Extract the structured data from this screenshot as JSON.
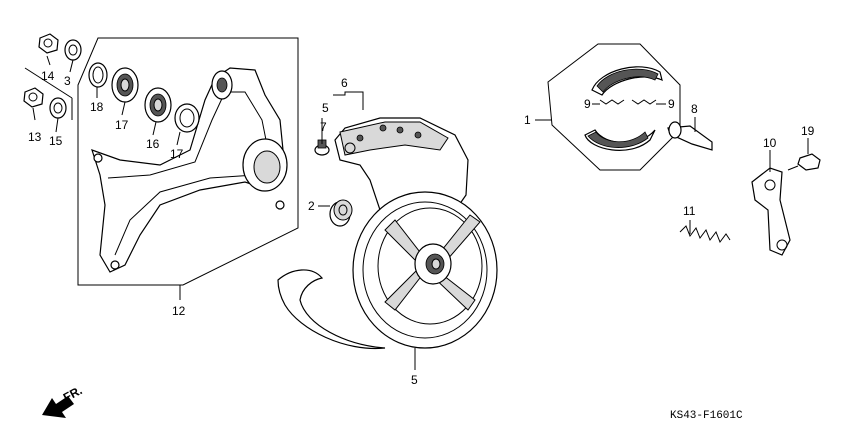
{
  "labels": {
    "n1": "1",
    "n2": "2",
    "n3": "3",
    "n5a": "5",
    "n5b": "5",
    "n6": "6",
    "n7": "7",
    "n8": "8",
    "n9a": "9",
    "n9b": "9",
    "n10": "10",
    "n11": "11",
    "n12": "12",
    "n13": "13",
    "n14": "14",
    "n15": "15",
    "n16": "16",
    "n17a": "17",
    "n17b": "17",
    "n18": "18",
    "n19": "19"
  },
  "direction_label": "FR.",
  "diagram_code": "KS43-F1601C"
}
